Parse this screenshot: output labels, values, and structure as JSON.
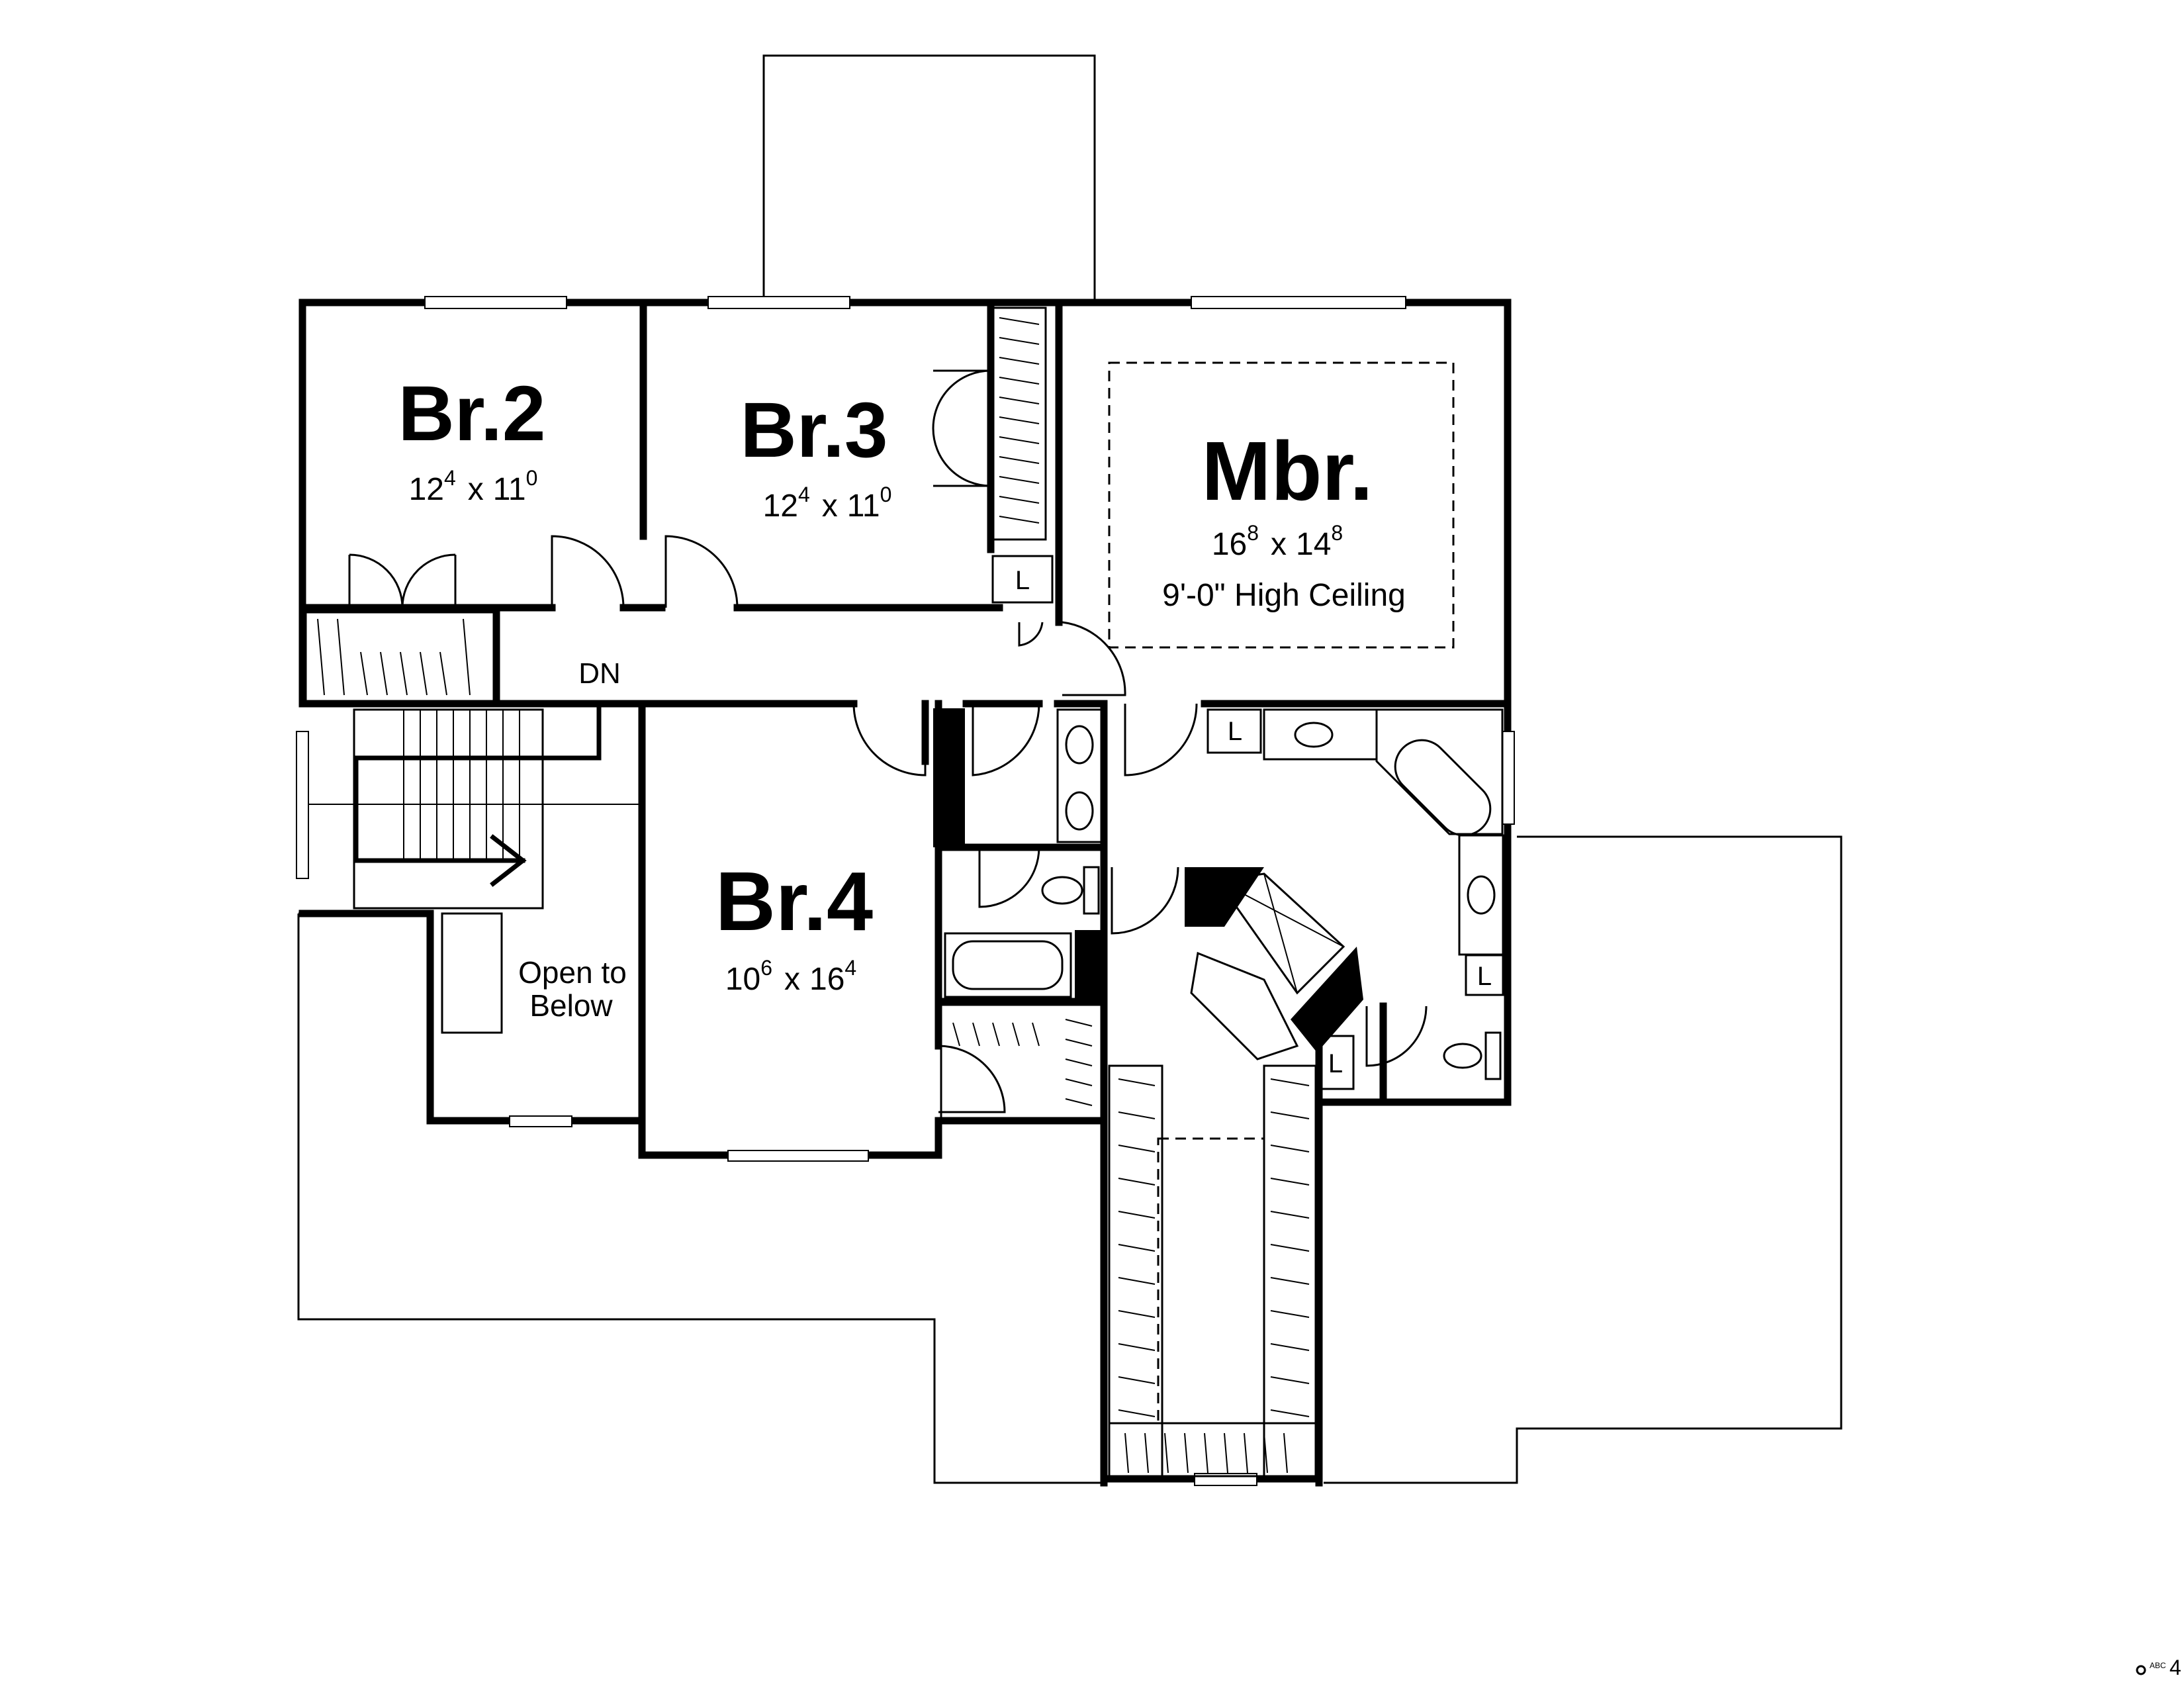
{
  "rooms": {
    "br2": {
      "name": "Br.2",
      "width_main": "12",
      "width_sup": "4",
      "x_sep": "x",
      "length_main": "11",
      "length_sup": "0"
    },
    "br3": {
      "name": "Br.3",
      "width_main": "12",
      "width_sup": "4",
      "x_sep": "x",
      "length_main": "11",
      "length_sup": "0"
    },
    "mbr": {
      "name": "Mbr.",
      "width_main": "16",
      "width_sup": "8",
      "x_sep": "x",
      "length_main": "14",
      "length_sup": "8",
      "note": "9'-0\" High Ceiling"
    },
    "br4": {
      "name": "Br.4",
      "width_main": "10",
      "width_sup": "6",
      "x_sep": "x",
      "length_main": "16",
      "length_sup": "4"
    }
  },
  "labels": {
    "stair_direction": "DN",
    "open_line1": "Open to",
    "open_line2": "Below",
    "linen": "L"
  },
  "footer": {
    "page_mark_small": "ABC",
    "page_number": "4"
  },
  "colors": {
    "line": "#000000",
    "background": "#ffffff"
  }
}
